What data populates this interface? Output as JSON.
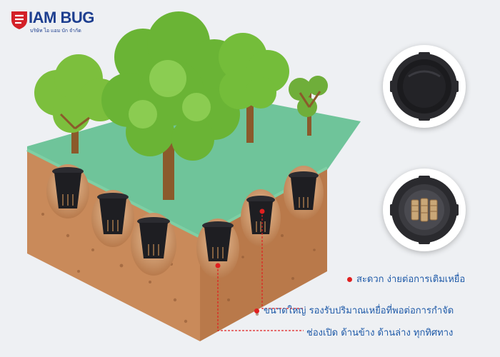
{
  "brand": {
    "name": "IAM BUG",
    "tagline": "บริษัท ไอ แอม บัก จำกัด",
    "accent": "#1d3e8f",
    "mark_color": "#d32027"
  },
  "callouts": [
    {
      "text": "สะดวก ง่ายต่อการเติมเหยื่อ",
      "dot_color": "#e02020"
    },
    {
      "text": "ขนาดใหญ่ รองรับปริมาณเหยื่อที่พอต่อการกำจัด",
      "dot_color": "#e02020"
    },
    {
      "text": "ช่องเปิด ด้านข้าง ด้านล่าง ทุกทิศทาง",
      "dot_color": "#e02020"
    }
  ],
  "detail_views": [
    {
      "icon": "station-lid-top-icon"
    },
    {
      "icon": "station-interior-bait-icon"
    }
  ],
  "colors": {
    "caption_text": "#1f5aa8",
    "grass": "#6fc49a",
    "soil": "#c98a5a",
    "canopy": "#7cbf3d",
    "station": "#1e1e22"
  }
}
